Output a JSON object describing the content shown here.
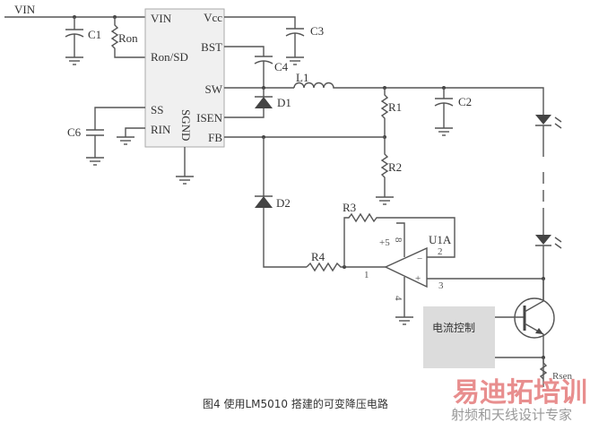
{
  "caption": "图4 使用LM5010 搭建的可变降压电路",
  "watermark": {
    "main": "易迪拓培训",
    "sub": "射频和天线设计专家"
  },
  "nets": {
    "vin": "VIN",
    "plus5": "+5"
  },
  "ic": {
    "pins_left": [
      "VIN",
      "Ron/SD",
      "SS",
      "RIN"
    ],
    "pins_right": [
      "Vcc",
      "BST",
      "SW",
      "ISEN",
      "FB"
    ],
    "pin_bottom": "SGND"
  },
  "components": {
    "c1": "C1",
    "c2": "C2",
    "c3": "C3",
    "c4": "C4",
    "c6": "C6",
    "ron": "Ron",
    "r1": "R1",
    "r2": "R2",
    "r3": "R3",
    "r4": "R4",
    "rsen": "Rsen",
    "l1": "L1",
    "d1": "D1",
    "d2": "D2",
    "u1a": "U1A"
  },
  "opamp_pins": {
    "p1": "1",
    "p2": "2",
    "p3": "3",
    "p4": "4",
    "p8": "8",
    "minus": "−",
    "plus": "+"
  },
  "current_control": "电流控制"
}
